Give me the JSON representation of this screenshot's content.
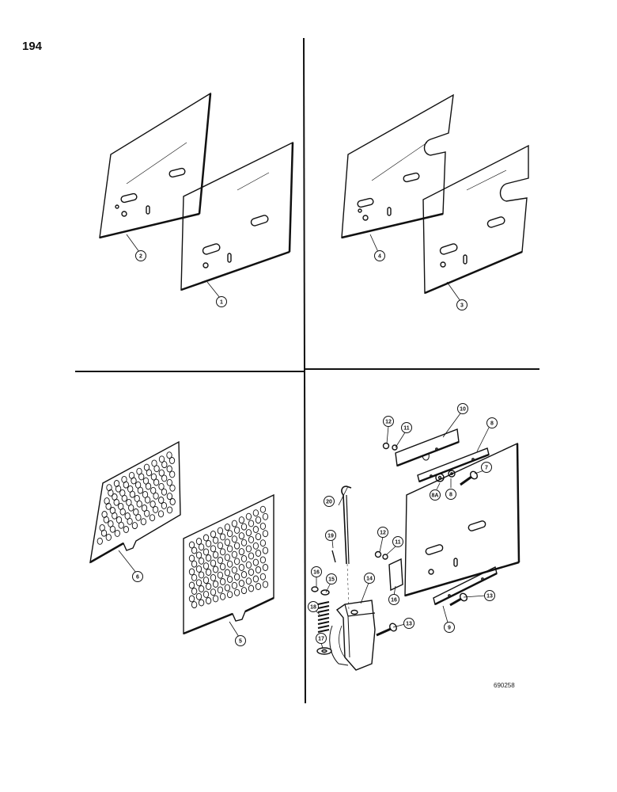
{
  "page": {
    "number": "194",
    "figure_code": "690258"
  },
  "colors": {
    "ink": "#111111",
    "paper": "#ffffff"
  },
  "callouts": {
    "p1": "1",
    "p2": "2",
    "p3": "3",
    "p4": "4",
    "p5": "5",
    "p6": "6",
    "p7": "7",
    "p8": "8",
    "p8a": "8A",
    "p8b": "8",
    "p9": "9",
    "p10": "10",
    "p11a": "11",
    "p11b": "11",
    "p12a": "12",
    "p12b": "12",
    "p13a": "13",
    "p13b": "13",
    "p14": "14",
    "p15": "15",
    "p16": "16",
    "p17": "17",
    "p18": "18",
    "p19": "19",
    "p20": "20",
    "p16b": "16"
  }
}
